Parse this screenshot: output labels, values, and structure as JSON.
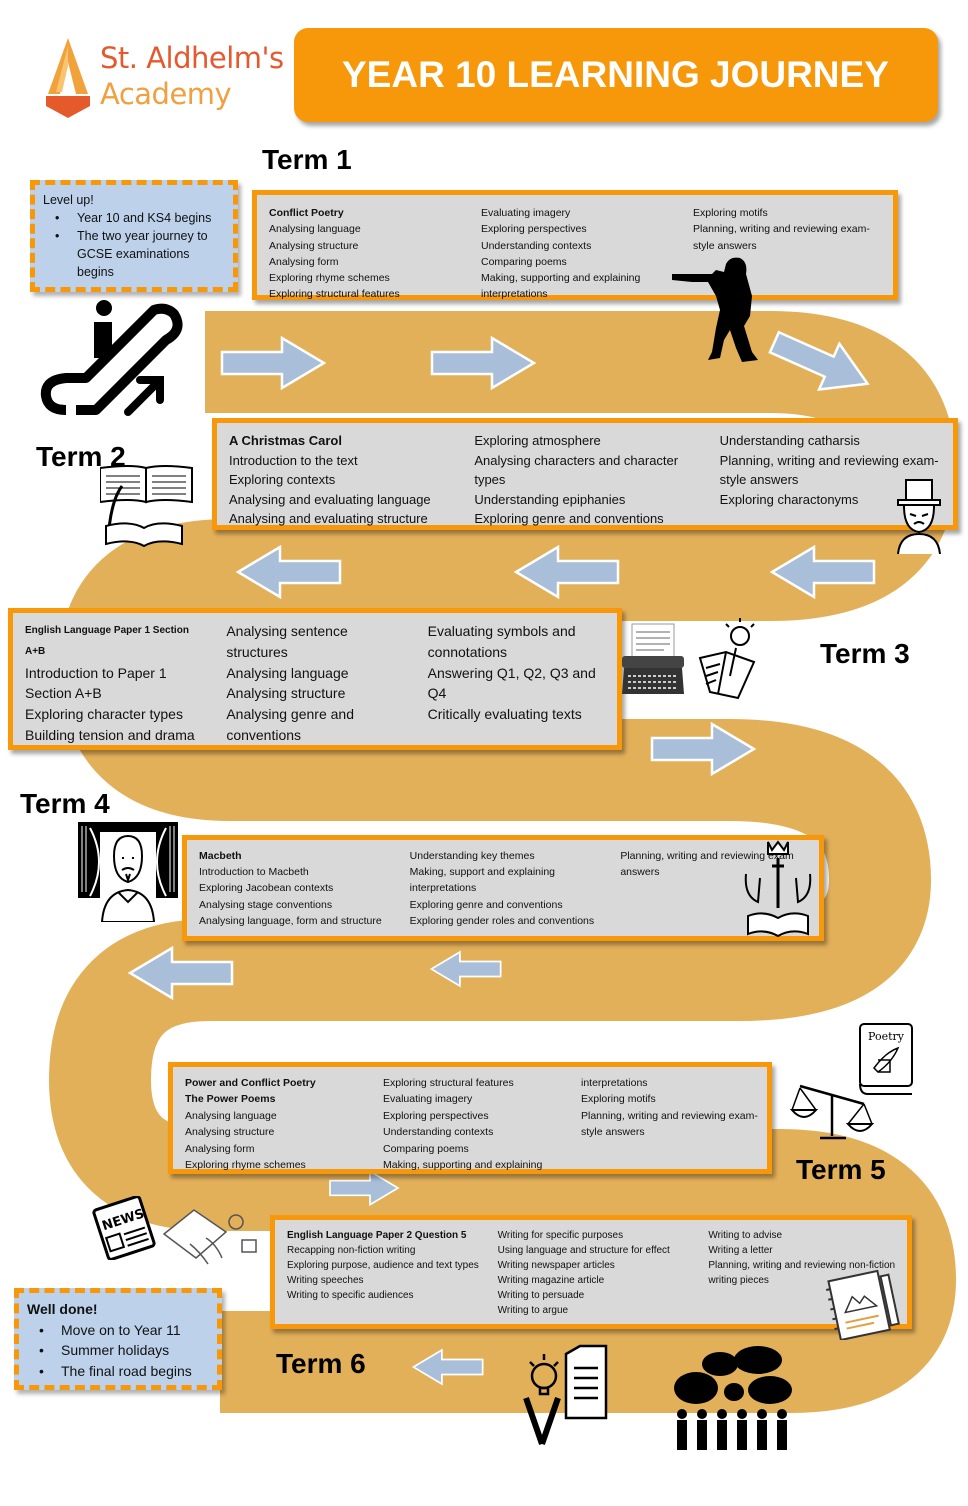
{
  "header": {
    "school_name_line1": "St. Aldhelm's",
    "school_name_line2": "Academy",
    "title": "YEAR 10 LEARNING JOURNEY"
  },
  "colors": {
    "accent_orange": "#f7980b",
    "road": "#e3b05a",
    "content_box": "#d9d9d9",
    "arrow": "#a9bed8",
    "note_box": "#bdd2ea"
  },
  "start_note": {
    "heading": "Level up!",
    "bullets": [
      "Year 10 and KS4 begins",
      "The two year journey to GCSE examinations begins"
    ]
  },
  "end_note": {
    "heading": "Well done!",
    "bullets": [
      "Move on to Year 11",
      "Summer holidays",
      "The final road begins"
    ]
  },
  "terms": [
    {
      "label": "Term 1",
      "icon": "soldier-with-rifle-icon",
      "columns": [
        [
          "Conflict Poetry",
          "Analysing language",
          "Analysing structure",
          "Analysing form",
          "Exploring rhyme schemes",
          "Exploring structural features"
        ],
        [
          "Evaluating imagery",
          "Exploring perspectives",
          "Understanding contexts",
          "Comparing poems",
          "Making, supporting and explaining interpretations"
        ],
        [
          "Exploring motifs",
          "Planning, writing and reviewing exam-style answers"
        ]
      ]
    },
    {
      "label": "Term 2",
      "icon": "scrooge-icon",
      "columns": [
        [
          "A Christmas Carol",
          "Introduction to the text",
          "Exploring contexts",
          "Analysing and evaluating language",
          "Analysing and evaluating structure"
        ],
        [
          "Exploring atmosphere",
          "Analysing characters and character types",
          "Understanding epiphanies",
          "Exploring genre and conventions"
        ],
        [
          "Understanding catharsis",
          "Planning, writing and reviewing exam-style answers",
          "Exploring charactonyms"
        ]
      ]
    },
    {
      "label": "Term 3",
      "icon": "typewriter-icon",
      "columns": [
        [
          "English Language Paper 1 Section A+B",
          "Introduction to Paper 1 Section A+B",
          "Exploring character types",
          "Building tension and drama"
        ],
        [
          "Analysing sentence structures",
          "Analysing language",
          "Analysing structure",
          "Analysing genre and conventions"
        ],
        [
          "Evaluating symbols and connotations",
          "Answering Q1, Q2, Q3 and Q4",
          "Critically evaluating texts"
        ]
      ]
    },
    {
      "label": "Term 4",
      "icon": "shakespeare-icon",
      "columns": [
        [
          "Macbeth",
          "Introduction to Macbeth",
          "Exploring Jacobean contexts",
          "Analysing stage conventions",
          "Analysing language, form and structure"
        ],
        [
          "Understanding key themes",
          "Making, support and explaining interpretations",
          "Exploring genre and conventions",
          "Exploring gender roles and conventions"
        ],
        [
          "Planning, writing and reviewing exam answers"
        ]
      ]
    },
    {
      "label": "Term 5",
      "icon": "poetry-book-icon",
      "columns": [
        [
          "Power and Conflict Poetry",
          "The Power Poems",
          "Analysing language",
          "Analysing structure",
          "Analysing form",
          "Exploring rhyme schemes"
        ],
        [
          "Exploring structural features",
          "Evaluating imagery",
          "Exploring perspectives",
          "Understanding contexts",
          "Comparing poems",
          "Making, supporting and explaining"
        ],
        [
          "interpretations",
          "Exploring motifs",
          "Planning, writing and reviewing exam-style answers"
        ]
      ]
    },
    {
      "label": "Term 6",
      "icon": "speech-bubbles-crowd-icon",
      "columns": [
        [
          "English Language Paper 2 Question 5",
          "Recapping non-fiction writing",
          "Exploring purpose, audience and text types",
          "Writing speeches",
          "Writing to specific audiences"
        ],
        [
          "Writing for specific purposes",
          "Using language and structure for effect",
          "Writing newspaper articles",
          "Writing magazine article",
          "Writing to persuade",
          "Writing to argue"
        ],
        [
          "Writing to advise",
          "Writing a letter",
          "Planning, writing and reviewing non-fiction writing pieces"
        ]
      ]
    }
  ]
}
